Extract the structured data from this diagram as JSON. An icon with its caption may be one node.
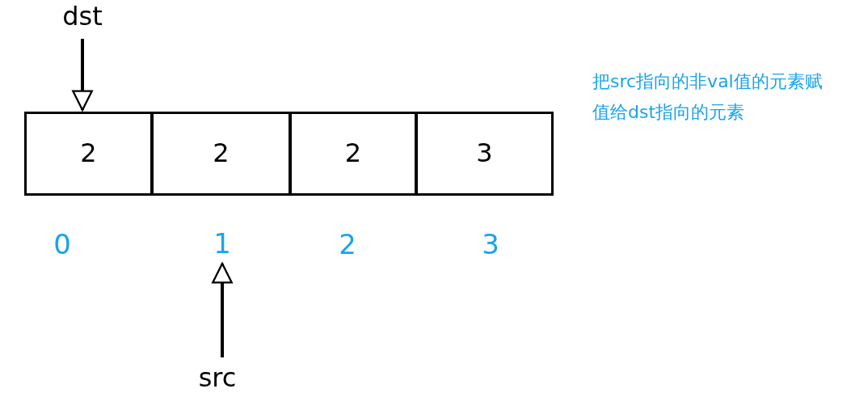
{
  "diagram": {
    "nodes": [
      {
        "text": [
          "dst"
        ]
      },
      {
        "text": [
          "2"
        ]
      },
      {
        "text": [
          "2"
        ]
      },
      {
        "text": [
          "2"
        ]
      },
      {
        "text": [
          "3"
        ]
      },
      {
        "text": [
          "1"
        ]
      },
      {
        "text": [
          "src"
        ]
      }
    ],
    "edges": [
      {
        "from": 0,
        "to": 1,
        "arrow": "to"
      },
      {
        "from": 6,
        "to": 5,
        "arrow": "to"
      }
    ],
    "labels": [
      "把src指向的非val值的元素赋值给dst指向的元素",
      "0",
      "2",
      "3"
    ]
  }
}
